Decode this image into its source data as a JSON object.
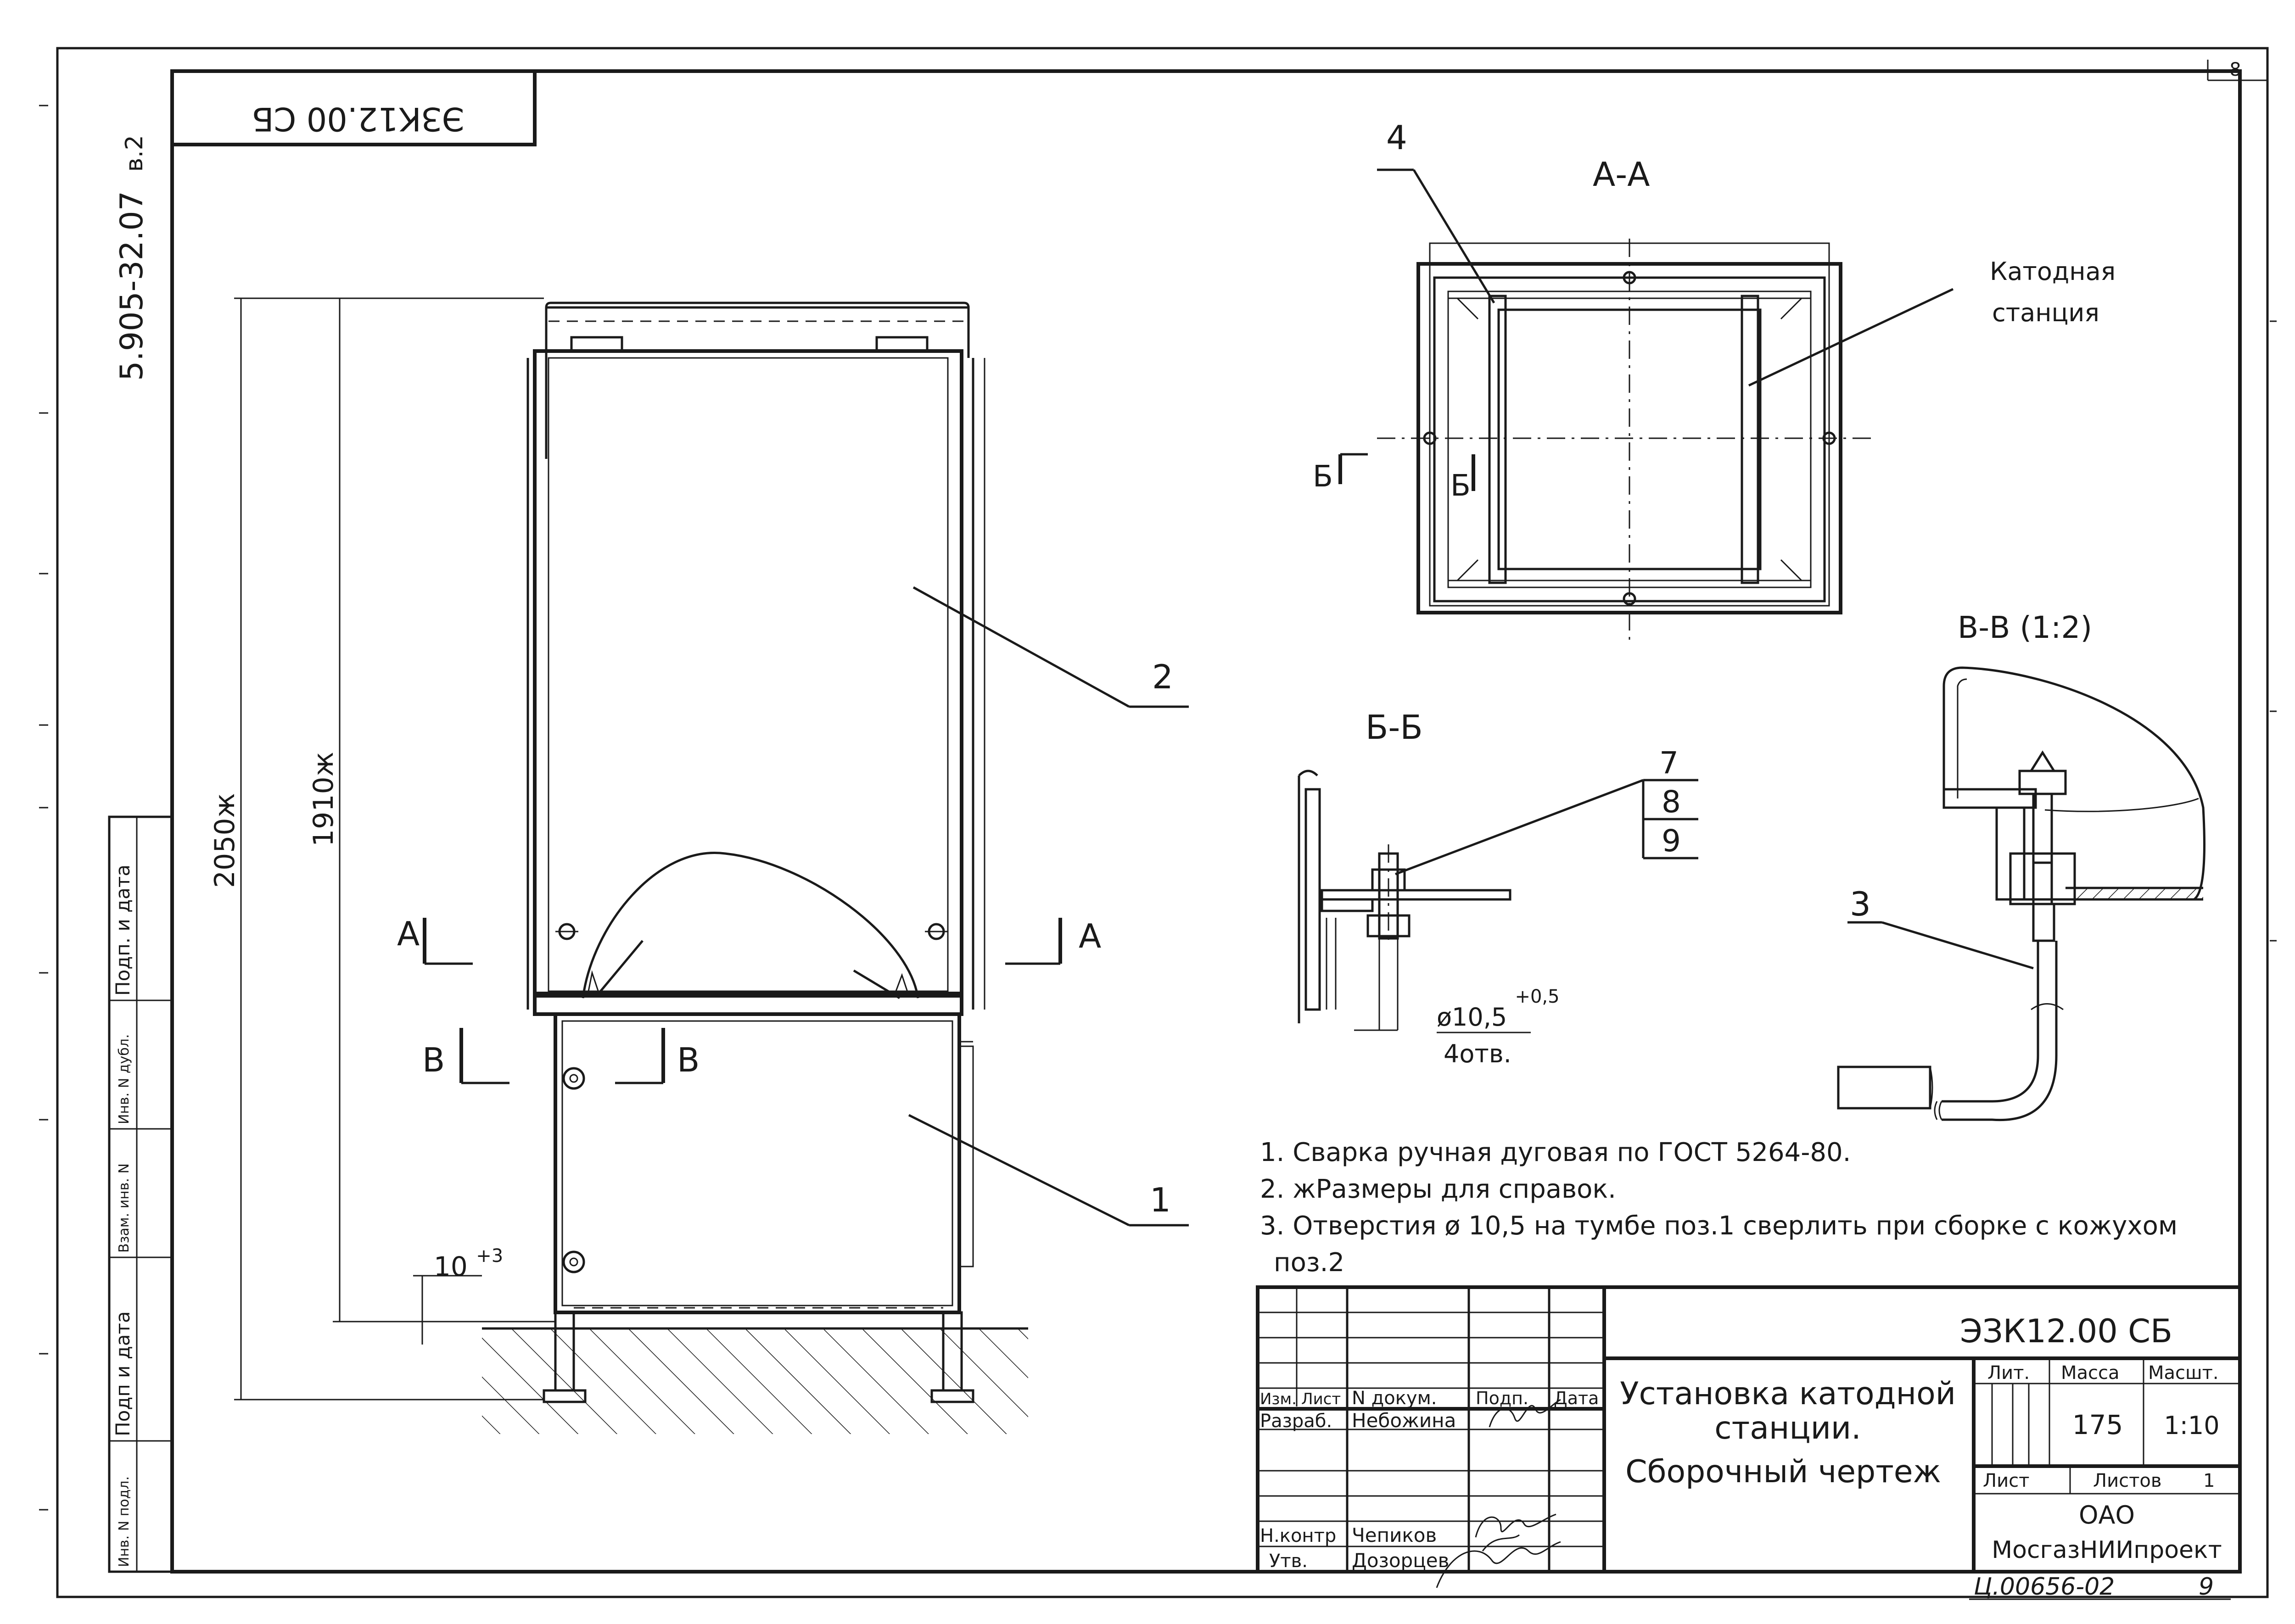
{
  "sheet": {
    "number": "8",
    "project_code": "5.905-32.07",
    "project_version": "в.2",
    "rotated_code": "ЭЗК12.00 СБ"
  },
  "side_stamp": {
    "labels": [
      "Подп. и дата",
      "Инв. N дубл.",
      "Взам. инв. N",
      "Подп и дата",
      "Инв. N подл."
    ]
  },
  "front_view": {
    "dim_total": "2050ж",
    "dim_inner": "1910ж",
    "dim_clearance": "10",
    "dim_clearance_tol": "+3",
    "section_a": "А",
    "section_b": "В",
    "callout_1": "1",
    "callout_2": "2"
  },
  "section_aa": {
    "title": "А-А",
    "callout_4": "4",
    "label_line1": "Катодная",
    "label_line2": "станция",
    "section_b_mark": "Б"
  },
  "section_bb": {
    "title": "Б-Б",
    "callout_7": "7",
    "callout_8": "8",
    "callout_9": "9",
    "hole_dim": "ø10,5",
    "hole_tol": "+0,5",
    "hole_count": "4отв."
  },
  "section_vv": {
    "title": "В-В (1:2)",
    "callout_3": "3"
  },
  "notes": [
    "1. Сварка ручная дуговая по ГОСТ 5264-80.",
    "2. жРазмеры для справок.",
    "3. Отверстия ø 10,5 на тумбе поз.1 сверлить при сборке с кожухом",
    "поз.2"
  ],
  "title_block": {
    "doc_code": "ЭЗК12.00 СБ",
    "title_line1": "Установка катодной",
    "title_line2": "станции.",
    "title_line3": "Сборочный чертеж",
    "col_izm": "Изм.",
    "col_list": "Лист",
    "col_doc": "N докум.",
    "col_sign": "Подп.",
    "col_date": "Дата",
    "row_razrab_role": "Разраб.",
    "row_razrab_name": "Небожина",
    "row_nkontr_role": "Н.контр",
    "row_nkontr_name": "Чепиков",
    "row_utv_role": "Утв.",
    "row_utv_name": "Дозорцев",
    "lit_label": "Лит.",
    "mass_label": "Масса",
    "scale_label": "Масшт.",
    "mass_value": "175",
    "scale_value": "1:10",
    "sheet_label": "Лист",
    "sheets_label": "Листов",
    "sheets_value": "1",
    "org_line1": "ОАО",
    "org_line2": "МосгазНИИпроект",
    "archive_code": "Ц.00656-02",
    "archive_sheet": "9"
  }
}
